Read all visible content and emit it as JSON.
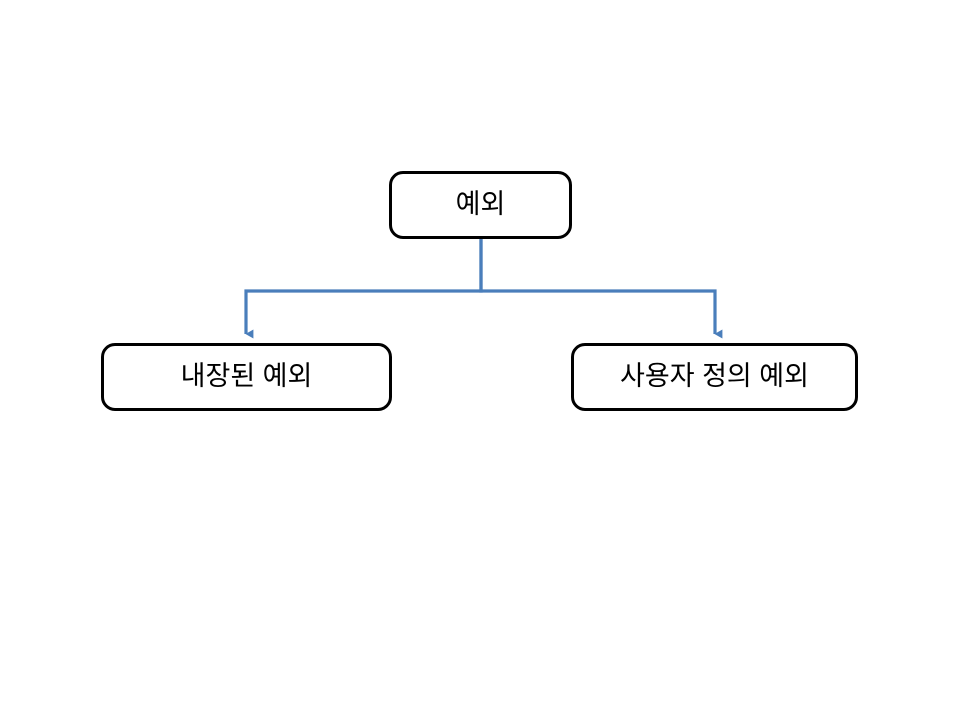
{
  "diagram": {
    "type": "tree",
    "background_color": "#ffffff",
    "node_border_color": "#000000",
    "node_fill_color": "#ffffff",
    "connector_color": "#4A7EBB",
    "text_color": "#000000",
    "nodes": [
      {
        "id": "root",
        "label": "예외",
        "level": 0
      },
      {
        "id": "builtin",
        "label": "내장된 예외",
        "level": 1
      },
      {
        "id": "userdefined",
        "label": "사용자 정의 예외",
        "level": 1
      }
    ],
    "edges": [
      {
        "from": "root",
        "to": "builtin",
        "style": "elbow",
        "arrowhead": "filled-triangle"
      },
      {
        "from": "root",
        "to": "userdefined",
        "style": "elbow",
        "arrowhead": "filled-triangle"
      }
    ]
  }
}
